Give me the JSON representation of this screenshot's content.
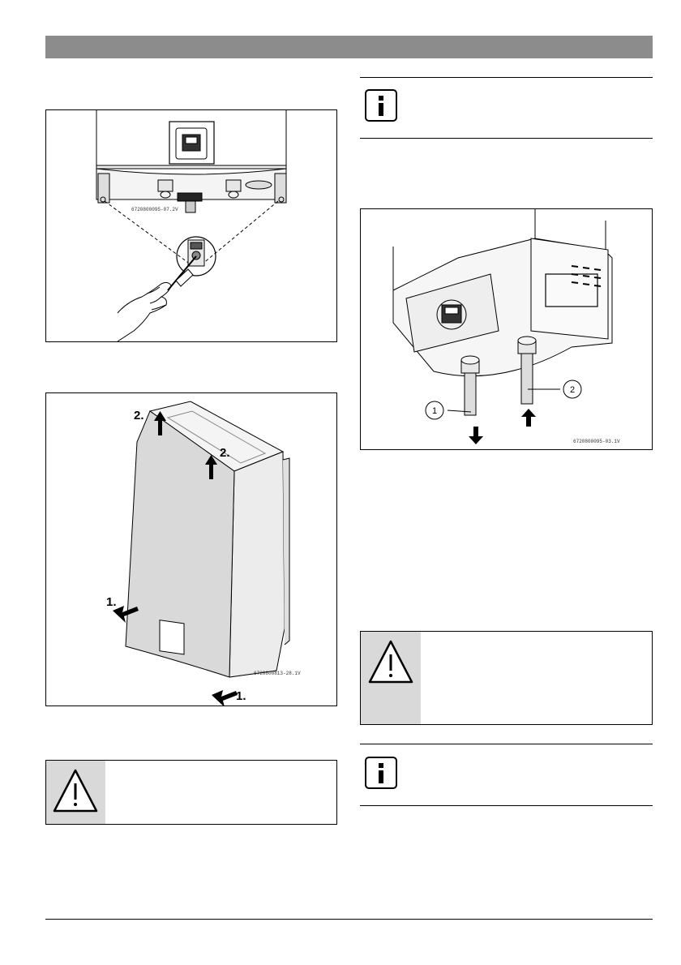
{
  "figures": {
    "fig1_code": "6720800095-07.2V",
    "fig2_code": "6720800813-28.1V",
    "fig2_steps": [
      "1.",
      "2."
    ],
    "fig3_code": "6720800095-03.1V",
    "fig3_callouts": [
      "1",
      "2"
    ]
  },
  "icons": {
    "warning": "warning-triangle-icon",
    "info": "info-icon"
  },
  "colors": {
    "header_bar": "#8c8c8c",
    "warning_side": "#d9d9d9"
  }
}
